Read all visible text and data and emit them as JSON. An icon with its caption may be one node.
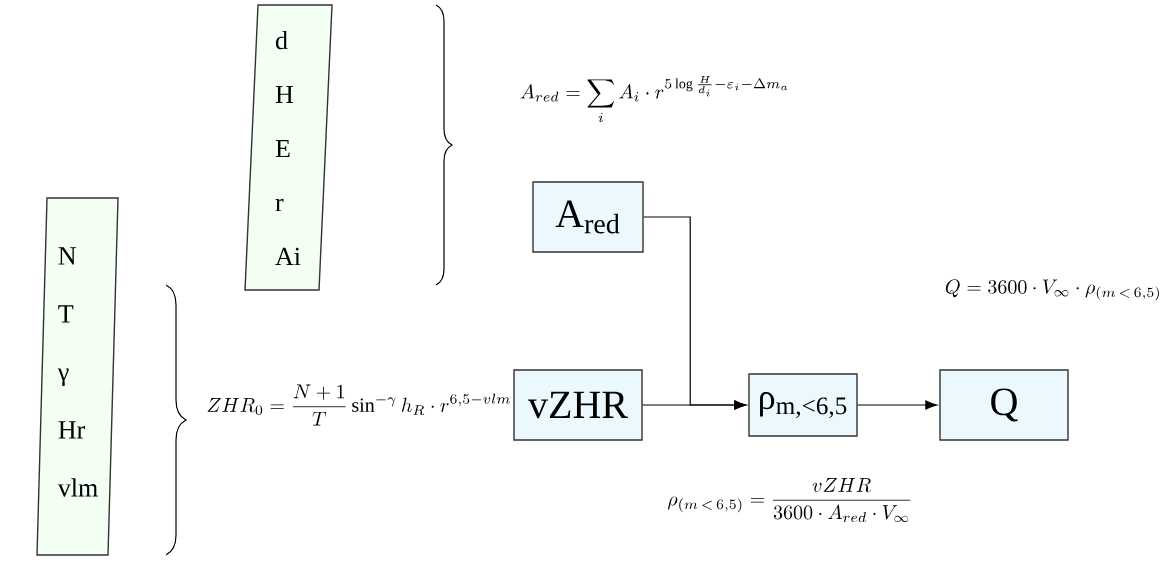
{
  "diagram": {
    "nodes": [
      {
        "text": [
          "d",
          "H",
          "E",
          "r",
          "Ai"
        ]
      },
      {
        "text": [
          "N",
          "T",
          "γ",
          "Hr",
          "vlm"
        ]
      },
      {
        "text": [
          "A$_{red}$"
        ],
        "beside": [
          "A_{red} = \\sum_i A_i \\cdot r^{5\\log\\frac{H}{d_i}-\\varepsilon_i-\\Delta m_a}"
        ]
      },
      {
        "text": [
          "vZHR"
        ],
        "beside": [
          "ZHR_0 = \\frac{N+1}{T}\\sin^{-\\gamma} h_R \\cdot r^{6{,}5-vlm}"
        ]
      },
      {
        "text": [
          "ρ$_{m,<6,5}$"
        ],
        "beside": [
          "\\rho_{(m\\,<\\,6{,}5)} = \\frac{vZHR}{3600\\cdot A_{red}\\cdot V_\\infty}"
        ]
      },
      {
        "text": [
          "Q"
        ],
        "beside": [
          "Q = 3600 \\cdot V_\\infty \\cdot \\rho_{(m\\,<\\,6{,}5)}"
        ]
      }
    ],
    "edges": [
      {
        "from": 3,
        "to": 4,
        "arrow": "to"
      },
      {
        "from": 2,
        "to": 4,
        "arrow": "to"
      },
      {
        "from": 4,
        "to": 5,
        "arrow": "to"
      }
    ]
  }
}
